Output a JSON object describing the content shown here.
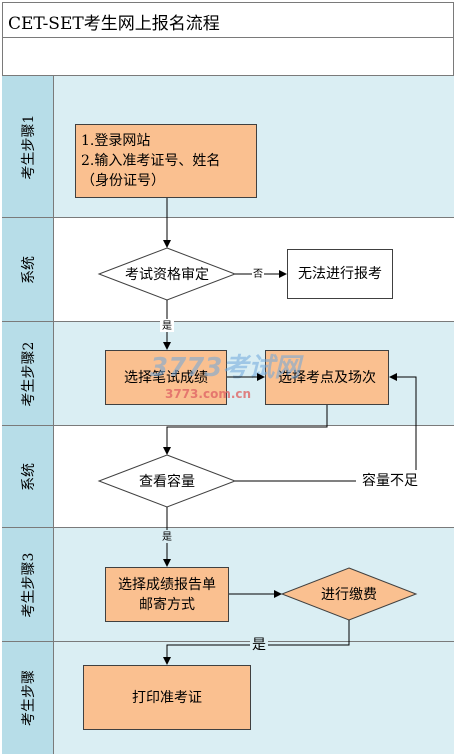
{
  "title": "CET-SET考生网上报名流程",
  "lanes": [
    {
      "label": "考生步骤1"
    },
    {
      "label": "系统"
    },
    {
      "label": "考生步骤2"
    },
    {
      "label": "系统"
    },
    {
      "label": "考生步骤3"
    },
    {
      "label": "考生步骤"
    }
  ],
  "nodes": {
    "login": {
      "lines": [
        "1.登录网站",
        "2.输入准考证号、姓名",
        "（身份证号）"
      ]
    },
    "eligibility": {
      "text": "考试资格审定"
    },
    "cannot": {
      "text": "无法进行报考"
    },
    "written": {
      "text": "选择笔试成绩"
    },
    "venue": {
      "text": "选择考点及场次"
    },
    "capacity": {
      "text": "查看容量"
    },
    "mail": {
      "lines": [
        "选择成绩报告单",
        "邮寄方式"
      ]
    },
    "payment": {
      "text": "进行缴费"
    },
    "print": {
      "text": "打印准考证"
    }
  },
  "edge_labels": {
    "no": "否",
    "yes1": "是",
    "insufficient": "容量不足",
    "yes2": "是",
    "yes3": "是"
  },
  "watermark": {
    "top": "3773考试网",
    "bottom": "3773.com.cn"
  },
  "colors": {
    "lane_label": "#b7dde8",
    "lane_shaded": "#daeef3",
    "process": "#fac090",
    "border": "#404040"
  }
}
